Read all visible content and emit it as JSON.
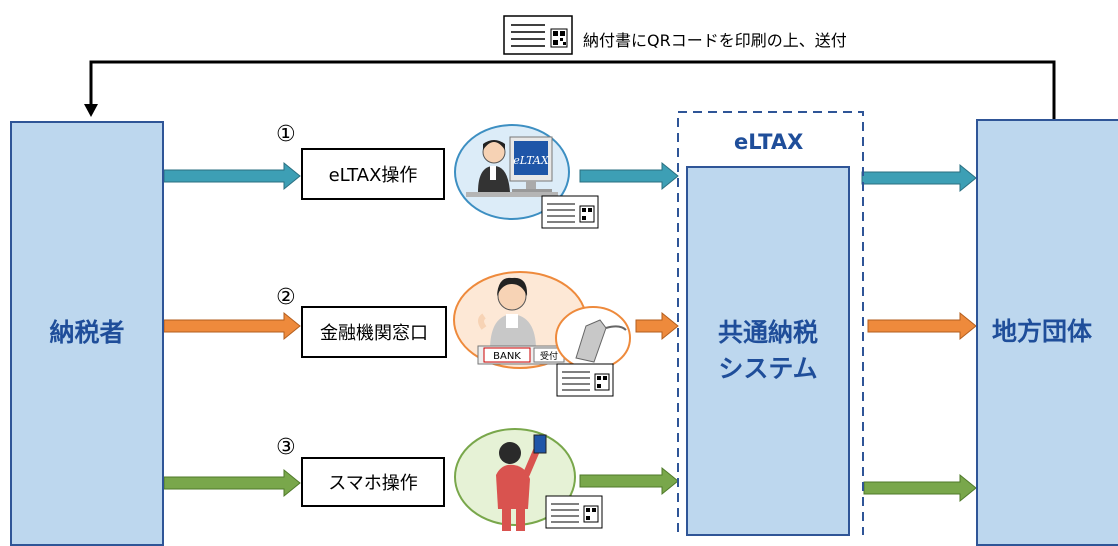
{
  "top_label": "納付書にQRコードを印刷の上、送付",
  "taxpayer": "納税者",
  "local_gov": "地方団体",
  "eltax_group_label": "eLTAX",
  "system_lines": [
    "共通納税",
    "システム"
  ],
  "methods": [
    {
      "number": "①",
      "label": "eLTAX操作"
    },
    {
      "number": "②",
      "label": "金融機関窓口"
    },
    {
      "number": "③",
      "label": "スマホ操作"
    }
  ],
  "illustration": {
    "monitor_logo": "eLTAX",
    "bank_sign": "BANK",
    "reception_sign": "受付"
  },
  "colors": {
    "row1_arrow": "#3d9fb5",
    "row2_arrow": "#ee8a3c",
    "row3_arrow": "#79a74b",
    "box_fill": "#bdd7ee",
    "box_border": "#2f5597",
    "text_blue": "#1f4e9a"
  }
}
